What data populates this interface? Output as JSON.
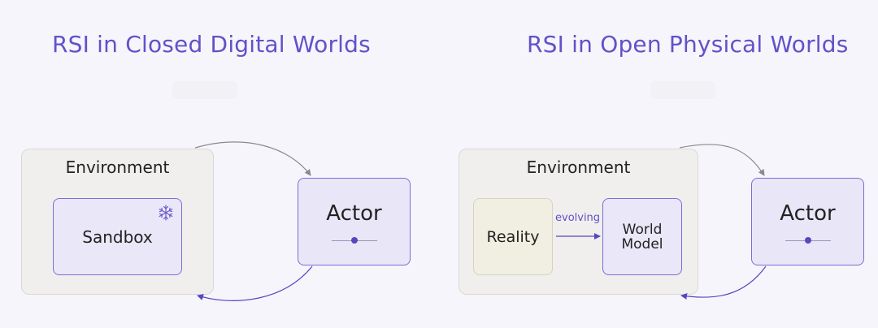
{
  "left_panel": {
    "title": "RSI in Closed Digital Worlds",
    "environment_label": "Environment",
    "sandbox_label": "Sandbox",
    "sandbox_icon": "snowflake-icon",
    "actor_label": "Actor"
  },
  "right_panel": {
    "title": "RSI in Open Physical Worlds",
    "environment_label": "Environment",
    "reality_label": "Reality",
    "arrow_label": "evolving",
    "world_model_label_line1": "World",
    "world_model_label_line2": "Model",
    "actor_label": "Actor"
  },
  "colors": {
    "title": "#6152c8",
    "accent": "#5448c0",
    "arrow_gray": "#8a8a8a",
    "background": "#f6f5fb"
  }
}
